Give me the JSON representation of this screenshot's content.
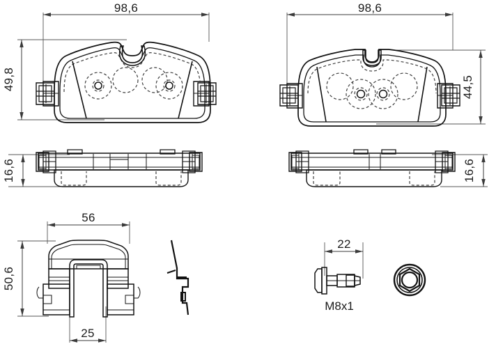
{
  "document": {
    "type": "technical-drawing",
    "title": "Brake Pad Set Technical Drawing",
    "background_color": "#ffffff",
    "line_color": "#111111",
    "pad_fill_color": "#b9c0c7",
    "pad_fill_color_light": "#c6ccd2",
    "dimension_color": "#3a3a3a"
  },
  "dimensions": {
    "left_pad_width": "98,6",
    "left_pad_height": "49,8",
    "right_pad_width": "98,6",
    "right_pad_height": "44,5",
    "left_profile_thickness": "16,6",
    "right_profile_thickness": "16,6",
    "clip_width": "56",
    "clip_height": "50,6",
    "clip_inner_width": "25",
    "bolt_length": "22"
  },
  "labels": {
    "bolt_thread": "M8x1"
  },
  "views": [
    {
      "id": "left-pad-front",
      "name": "Left Brake Pad Front View",
      "width_label": "98,6",
      "height_label": "49,8"
    },
    {
      "id": "right-pad-front",
      "name": "Right Brake Pad Front View",
      "width_label": "98,6",
      "height_label": "44,5"
    },
    {
      "id": "left-pad-profile",
      "name": "Left Brake Pad Side Profile",
      "thickness_label": "16,6"
    },
    {
      "id": "right-pad-profile",
      "name": "Right Brake Pad Side Profile",
      "thickness_label": "16,6"
    },
    {
      "id": "retaining-clip-front",
      "name": "Retaining Clip Front View",
      "width_label": "56",
      "height_label": "50,6",
      "inner_width_label": "25"
    },
    {
      "id": "retaining-clip-side",
      "name": "Retaining Clip Side View"
    },
    {
      "id": "bolt-side",
      "name": "Guide Bolt Side View",
      "length_label": "22",
      "thread_label": "M8x1"
    },
    {
      "id": "washer-front",
      "name": "Hex Washer Front View"
    }
  ]
}
